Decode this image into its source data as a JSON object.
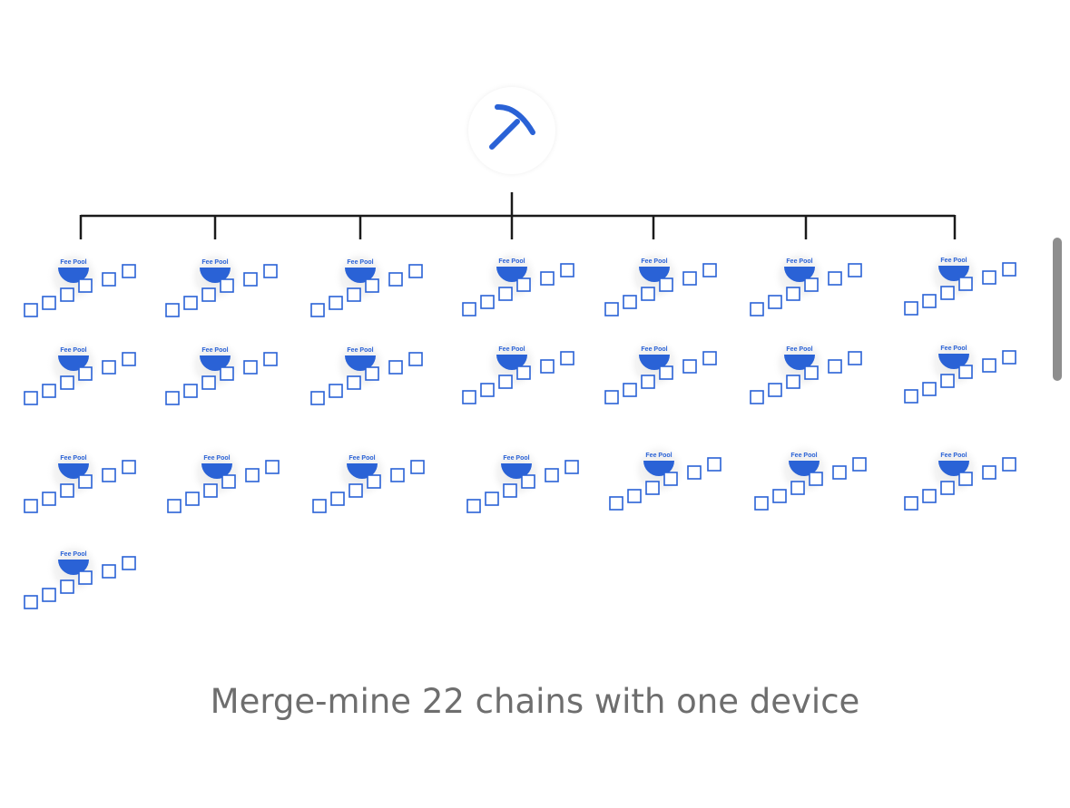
{
  "diagram": {
    "root_icon": "pickaxe-icon",
    "node_label": "Fee Pool",
    "node_icon": "half-circle-pool-icon",
    "block_icon": "square-block-icon",
    "node_count": 22
  },
  "caption": "Merge-mine 22 chains with one device",
  "colors": {
    "accent": "#2a62d6",
    "line": "#1a1a1a",
    "caption": "#6e6e6e",
    "background": "#ffffff"
  }
}
